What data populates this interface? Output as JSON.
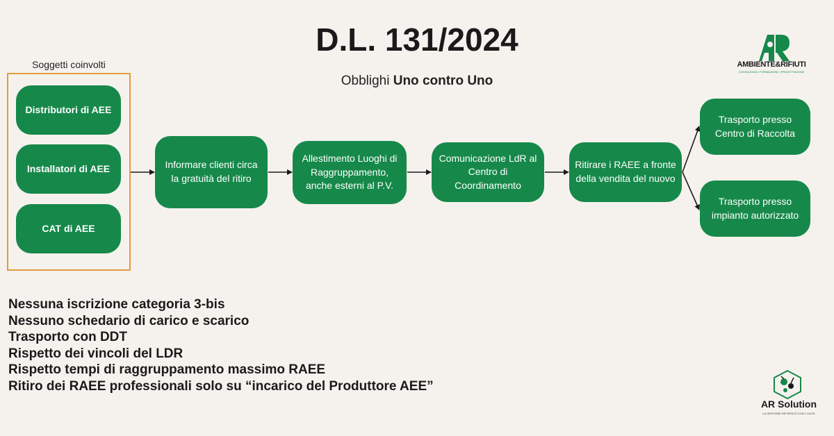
{
  "title": "D.L. 131/2024",
  "subtitle": {
    "prefix": "Obblighi ",
    "bold": "Uno contro Uno"
  },
  "subjects": {
    "label": "Soggetti coinvolti",
    "items": [
      "Distributori di AEE",
      "Installatori di AEE",
      "CAT di  AEE"
    ]
  },
  "flow": [
    "Informare clienti circa la gratuità del ritiro",
    "Allestimento Luoghi di Raggruppamento, anche esterni al P.V.",
    "Comunicazione LdR al Centro di Coordinamento",
    "Ritirare i RAEE a fronte della vendita del nuovo"
  ],
  "outcomes": [
    "Trasporto presso Centro di Raccolta",
    "Trasporto presso impianto autorizzato"
  ],
  "notes": [
    "Nessuna iscrizione categoria 3-bis",
    "Nessuno schedario di carico e scarico",
    "Trasporto con DDT",
    "Rispetto dei vincoli del LDR",
    "Rispetto tempi di raggruppamento massimo RAEE",
    "Ritiro dei RAEE professionali solo su “incarico del Produttore AEE”"
  ],
  "logos": {
    "top": {
      "name": "AMBIENTE&RIFIUTI",
      "tagline": "CONSULENZA • FORMAZIONE • PROGETTAZIONE",
      "color": "#16894a"
    },
    "bottom": {
      "name": "AR Solution",
      "tagline": "LA GESTIONE DEI RIFIUTI CON 1 CLICK",
      "color": "#16894a"
    }
  },
  "colors": {
    "node": "#16894a",
    "frame": "#e59a3c",
    "background": "#f5f2ee"
  }
}
